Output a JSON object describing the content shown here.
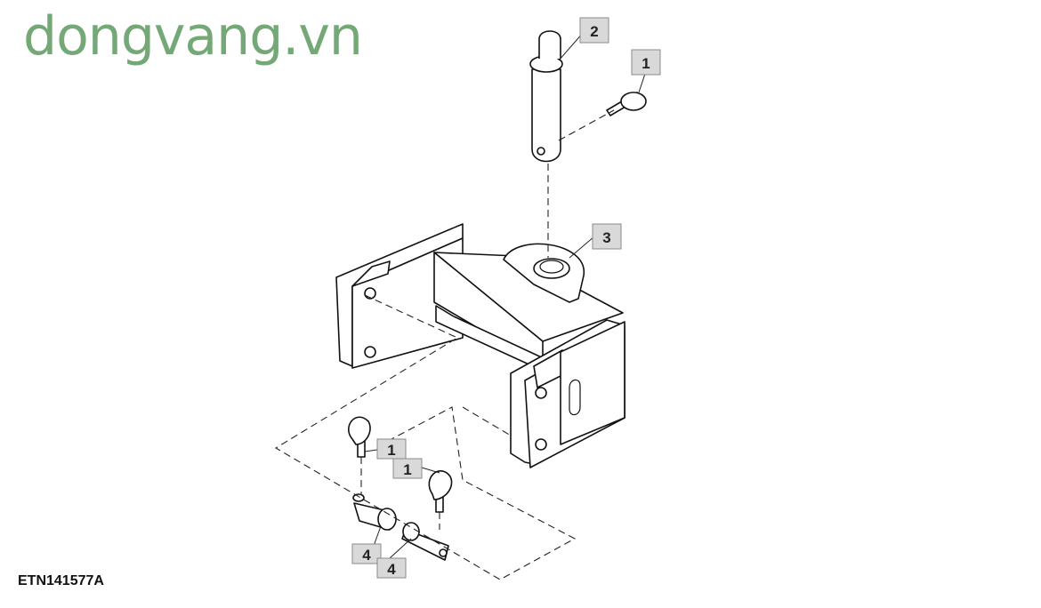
{
  "watermark": "dongvang.vn",
  "figure_id": "ETN141577A",
  "callouts": [
    "1",
    "2",
    "3",
    "1",
    "1",
    "4",
    "4"
  ]
}
